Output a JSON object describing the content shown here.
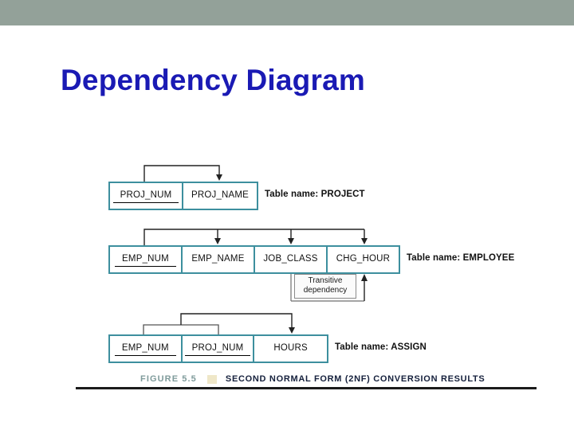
{
  "slide": {
    "title": "Dependency Diagram",
    "title_color": "#1a1ab4",
    "band_color": "#93a199",
    "background_color": "#ffffff"
  },
  "figure": {
    "border_color": "#3d8f9e",
    "caption": {
      "figure_label": "FIGURE 5.5",
      "text": "SECOND NORMAL FORM (2NF) CONVERSION RESULTS",
      "label_color": "#7f9b9b",
      "text_color": "#15203c",
      "swatch_color": "#efe7c8"
    },
    "annotation": {
      "transitive_line1": "Transitive",
      "transitive_line2": "dependency"
    },
    "tables": [
      {
        "name": "PROJECT",
        "table_name_label": "Table name: PROJECT",
        "attributes": [
          {
            "label": "PROJ_NUM",
            "primary_key": true
          },
          {
            "label": "PROJ_NAME",
            "primary_key": false
          }
        ],
        "dependencies": [
          {
            "from": "PROJ_NUM",
            "to": "PROJ_NAME"
          }
        ]
      },
      {
        "name": "EMPLOYEE",
        "table_name_label": "Table name: EMPLOYEE",
        "attributes": [
          {
            "label": "EMP_NUM",
            "primary_key": true
          },
          {
            "label": "EMP_NAME",
            "primary_key": false
          },
          {
            "label": "JOB_CLASS",
            "primary_key": false
          },
          {
            "label": "CHG_HOUR",
            "primary_key": false
          }
        ],
        "dependencies": [
          {
            "from": "EMP_NUM",
            "to": "EMP_NAME"
          },
          {
            "from": "EMP_NUM",
            "to": "JOB_CLASS"
          },
          {
            "from": "EMP_NUM",
            "to": "CHG_HOUR"
          },
          {
            "from": "JOB_CLASS",
            "to": "CHG_HOUR",
            "type": "transitive"
          }
        ]
      },
      {
        "name": "ASSIGN",
        "table_name_label": "Table name: ASSIGN",
        "attributes": [
          {
            "label": "EMP_NUM",
            "primary_key": true
          },
          {
            "label": "PROJ_NUM",
            "primary_key": true
          },
          {
            "label": "HOURS",
            "primary_key": false
          }
        ],
        "dependencies": [
          {
            "from": "EMP_NUM + PROJ_NUM",
            "to": "HOURS"
          }
        ]
      }
    ]
  }
}
